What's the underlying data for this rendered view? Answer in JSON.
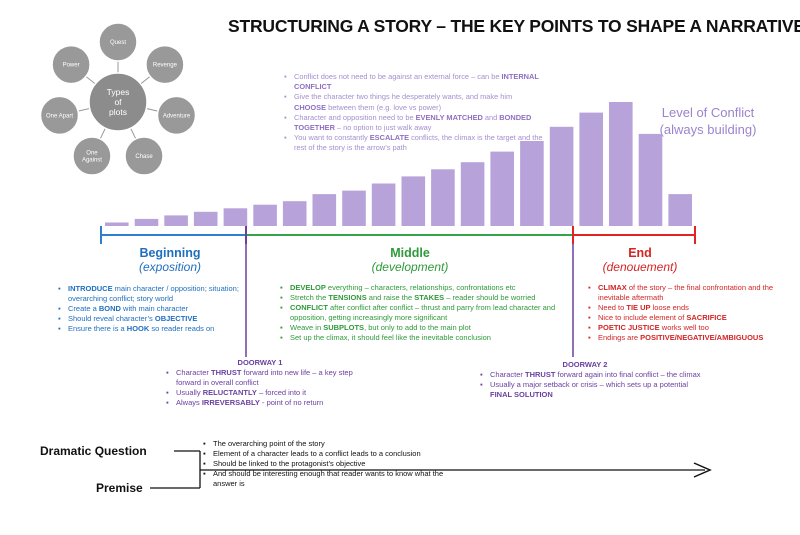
{
  "title": "STRUCTURING A STORY – THE KEY POINTS TO SHAPE A NARRATIVE",
  "plot_types": {
    "center": [
      "Types",
      "of",
      "plots"
    ],
    "items": [
      [
        "Quest"
      ],
      [
        "Revenge"
      ],
      [
        "Adventure"
      ],
      [
        "Chase"
      ],
      [
        "One",
        "Against"
      ],
      [
        "One Apart"
      ],
      [
        "Power"
      ]
    ],
    "circle_color": "#999999",
    "center_color": "#8c8c8c"
  },
  "conflict_notes": [
    {
      "parts": [
        {
          "t": "Conflict does not need to be against an external force – can be "
        },
        {
          "t": "INTERNAL CONFLICT",
          "b": true
        }
      ]
    },
    {
      "parts": [
        {
          "t": "Give the character two things he desperately wants, and make him "
        },
        {
          "t": "CHOOSE",
          "b": true
        },
        {
          "t": " between them (e.g. love vs power)"
        }
      ]
    },
    {
      "parts": [
        {
          "t": "Character and opposition need to be "
        },
        {
          "t": "EVENLY MATCHED",
          "b": true
        },
        {
          "t": " and "
        },
        {
          "t": "BONDED TOGETHER",
          "b": true
        },
        {
          "t": " – no option to just walk away"
        }
      ]
    },
    {
      "parts": [
        {
          "t": "You want to constantly "
        },
        {
          "t": "ESCALATE",
          "b": true
        },
        {
          "t": " conflicts, the climax is the target and the rest of the story is the arrow’s path"
        }
      ]
    }
  ],
  "level_of_conflict": {
    "title": "Level of Conflict",
    "subtitle": "(always building)",
    "bar_color": "#b7a3da",
    "levels": [
      1,
      2,
      3,
      4,
      5,
      6,
      7,
      9,
      10,
      12,
      14,
      16,
      18,
      21,
      24,
      28,
      32,
      35,
      26,
      9
    ]
  },
  "sections": {
    "beginning": {
      "title": "Beginning",
      "subtitle": "(exposition)",
      "color": "#1f6fbf",
      "items": [
        {
          "parts": [
            {
              "t": "INTRODUCE",
              "b": true
            },
            {
              "t": " main character / opposition; situation; overarching conflict; story world"
            }
          ]
        },
        {
          "parts": [
            {
              "t": "Create a "
            },
            {
              "t": "BOND",
              "b": true
            },
            {
              "t": " with main character"
            }
          ]
        },
        {
          "parts": [
            {
              "t": "Should reveal character’s "
            },
            {
              "t": "OBJECTIVE",
              "b": true
            }
          ]
        },
        {
          "parts": [
            {
              "t": "Ensure there is a "
            },
            {
              "t": "HOOK",
              "b": true
            },
            {
              "t": " so reader reads on"
            }
          ]
        }
      ]
    },
    "middle": {
      "title": "Middle",
      "subtitle": "(development)",
      "color": "#2e9a3a",
      "items": [
        {
          "parts": [
            {
              "t": "DEVELOP",
              "b": true
            },
            {
              "t": " everything – characters, relationships, confrontations etc"
            }
          ]
        },
        {
          "parts": [
            {
              "t": "Stretch the "
            },
            {
              "t": "TENSIONS",
              "b": true
            },
            {
              "t": " and raise the "
            },
            {
              "t": "STAKES",
              "b": true
            },
            {
              "t": " – reader should be worried"
            }
          ]
        },
        {
          "parts": [
            {
              "t": "CONFLICT",
              "b": true
            },
            {
              "t": " after conflict after conflict – thrust and parry from lead character and opposition, getting increasingly more significant"
            }
          ]
        },
        {
          "parts": [
            {
              "t": "Weave in "
            },
            {
              "t": "SUBPLOTS",
              "b": true
            },
            {
              "t": ", but only to add to the main plot"
            }
          ]
        },
        {
          "parts": [
            {
              "t": "Set up the climax, it should feel like the inevitable conclusion"
            }
          ]
        }
      ]
    },
    "end": {
      "title": "End",
      "subtitle": "(denouement)",
      "color": "#d42424",
      "items": [
        {
          "parts": [
            {
              "t": "CLIMAX",
              "b": true
            },
            {
              "t": " of the story – the final confrontation and the inevitable aftermath"
            }
          ]
        },
        {
          "parts": [
            {
              "t": "Need to "
            },
            {
              "t": "TIE UP",
              "b": true
            },
            {
              "t": " loose ends"
            }
          ]
        },
        {
          "parts": [
            {
              "t": "Nice to include element of "
            },
            {
              "t": "SACRIFICE",
              "b": true
            }
          ]
        },
        {
          "parts": [
            {
              "t": "POETIC JUSTICE",
              "b": true
            },
            {
              "t": " works well too"
            }
          ]
        },
        {
          "parts": [
            {
              "t": "Endings are "
            },
            {
              "t": "POSITIVE/NEGATIVE/AMBIGUOUS",
              "b": true
            }
          ]
        }
      ]
    }
  },
  "doorway1": {
    "title": "DOORWAY 1",
    "items": [
      {
        "parts": [
          {
            "t": "Character "
          },
          {
            "t": "THRUST",
            "b": true
          },
          {
            "t": " forward into new life – a key step forward in overall conflict"
          }
        ]
      },
      {
        "parts": [
          {
            "t": "Usually "
          },
          {
            "t": "RELUCTANTLY",
            "b": true
          },
          {
            "t": " – forced into it"
          }
        ]
      },
      {
        "parts": [
          {
            "t": "Always "
          },
          {
            "t": "IRREVERSABLY",
            "b": true
          },
          {
            "t": " - point of no return"
          }
        ]
      }
    ]
  },
  "doorway2": {
    "title": "DOORWAY 2",
    "items": [
      {
        "parts": [
          {
            "t": "Character "
          },
          {
            "t": "THRUST",
            "b": true
          },
          {
            "t": " forward again into final conflict – the climax"
          }
        ]
      },
      {
        "parts": [
          {
            "t": "Usually a major setback or crisis – which sets up a potential "
          },
          {
            "t": "FINAL SOLUTION",
            "b": true
          }
        ]
      }
    ]
  },
  "dramatic_question": {
    "label": "Dramatic Question",
    "items": [
      "The overarching point of the story",
      "Element of a character leads to a conflict leads to a conclusion",
      "Should be linked to the protagonist’s objective",
      "And should be interesting enough that reader wants to know what the answer is"
    ]
  },
  "premise": {
    "label": "Premise"
  },
  "colors": {
    "doorway": "#6a3fa0",
    "conflict_text": "#a48fcf"
  }
}
